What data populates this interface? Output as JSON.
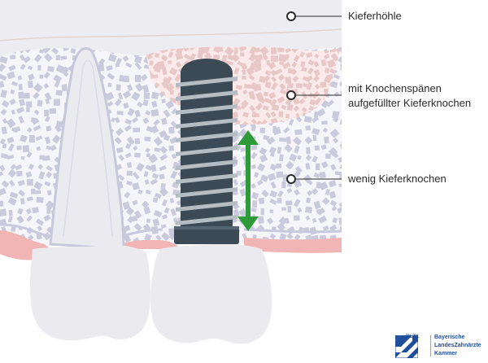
{
  "labels": {
    "sinus": "Kieferhöhle",
    "graft_line1": "mit Knochenspänen",
    "graft_line2": "aufgefüllter Kieferknochen",
    "bone": "wenig Kieferknochen"
  },
  "logo": {
    "abbr": "BLZK",
    "line1": "Bayerische",
    "line2": "LandesZahnärzte",
    "line3": "Kammer"
  },
  "colors": {
    "sinus": "#ededf1",
    "bone_fill": "#f6f6fa",
    "bone_chip": "#c9cadb",
    "graft_fill": "#fbeaea",
    "graft_chip": "#e8c7c7",
    "gum": "#f2b5b5",
    "tooth": "#ebebef",
    "implant_dark": "#3c4a56",
    "implant_light": "#b4bcc4",
    "arrow": "#2f9a3a",
    "logo_blue": "#1f4e9c"
  }
}
